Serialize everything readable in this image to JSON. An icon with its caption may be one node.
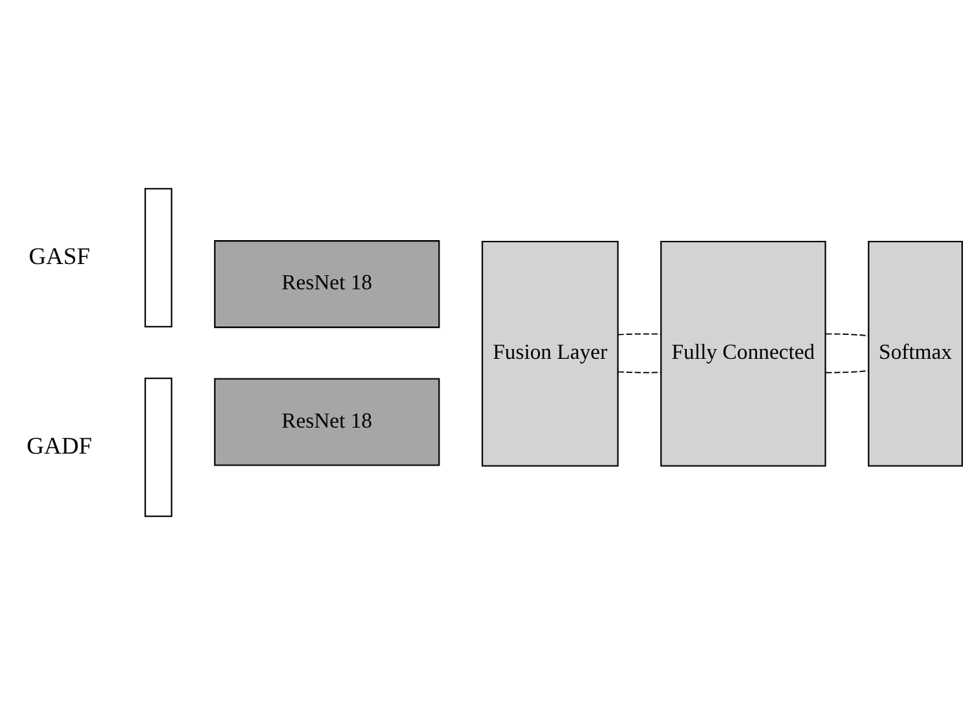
{
  "diagram": {
    "nodes": [
      {
        "text": [],
        "shape": "box",
        "beside": [
          "GASF"
        ]
      },
      {
        "text": [
          "ResNet 18"
        ]
      },
      {
        "text": [],
        "shape": "box",
        "beside": [
          "GADF"
        ]
      },
      {
        "text": [
          "ResNet 18"
        ]
      },
      {
        "text": [
          "Fusion Layer"
        ]
      },
      {
        "text": [
          "Fully Connected"
        ]
      },
      {
        "text": [
          "Softmax"
        ]
      }
    ],
    "edges": [
      {
        "from": 4,
        "to": 5,
        "arrow": "none",
        "style": "dashed"
      },
      {
        "from": 4,
        "to": 5,
        "arrow": "none",
        "style": "dashed"
      },
      {
        "from": 5,
        "to": 6,
        "arrow": "none",
        "style": "dashed"
      },
      {
        "from": 5,
        "to": 6,
        "arrow": "none",
        "style": "dashed"
      }
    ]
  }
}
